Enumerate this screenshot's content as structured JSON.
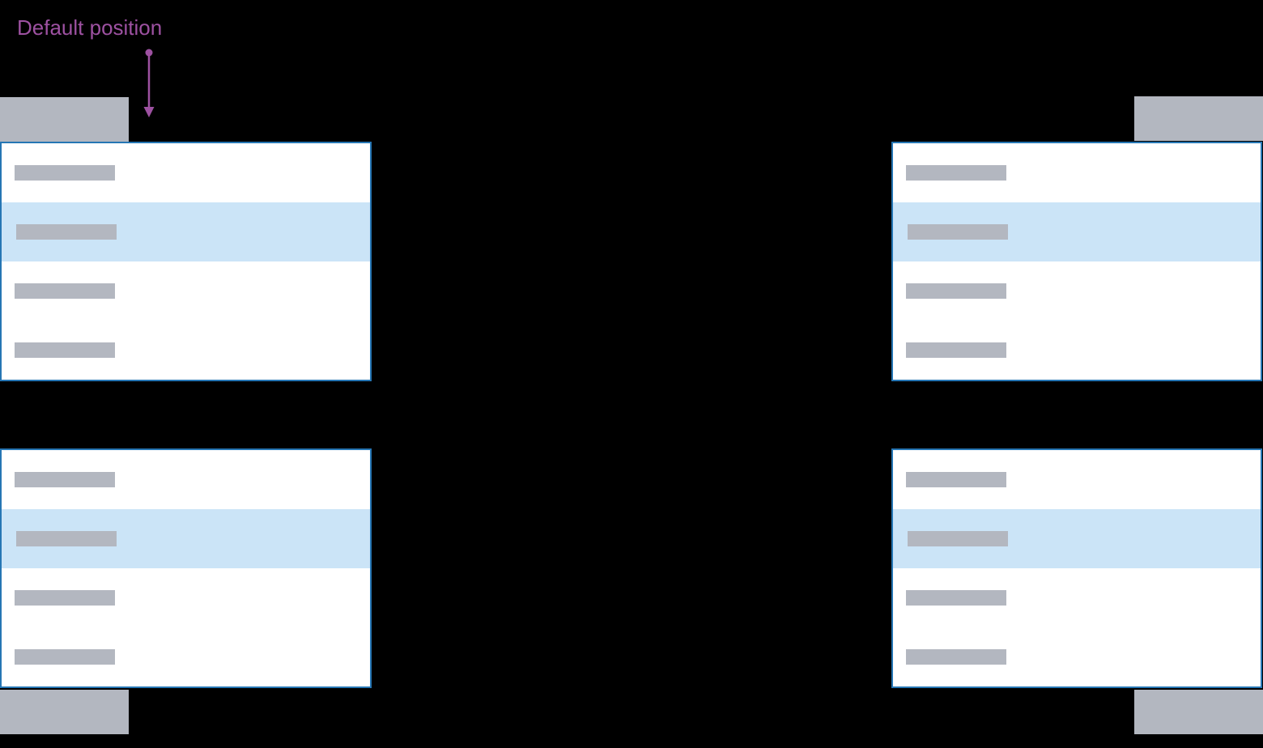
{
  "annotation": {
    "label": "Default position"
  },
  "colors": {
    "background": "#000000",
    "panel-bg": "#ffffff",
    "panel-border": "#2676b4",
    "hover-bg": "#cbe4f7",
    "placeholder-gray": "#b3b7c0",
    "annotation-purple": "#9d51a1"
  },
  "dropdowns": [
    {
      "position": "top-left",
      "menu_direction": "below-trigger",
      "items": [
        {
          "state": "default"
        },
        {
          "state": "hover"
        },
        {
          "state": "default"
        },
        {
          "state": "default"
        }
      ]
    },
    {
      "position": "top-right",
      "menu_direction": "below-trigger",
      "items": [
        {
          "state": "default"
        },
        {
          "state": "hover"
        },
        {
          "state": "default"
        },
        {
          "state": "default"
        }
      ]
    },
    {
      "position": "bottom-left",
      "menu_direction": "above-trigger",
      "items": [
        {
          "state": "default"
        },
        {
          "state": "hover"
        },
        {
          "state": "default"
        },
        {
          "state": "default"
        }
      ]
    },
    {
      "position": "bottom-right",
      "menu_direction": "above-trigger",
      "items": [
        {
          "state": "default"
        },
        {
          "state": "hover"
        },
        {
          "state": "default"
        },
        {
          "state": "default"
        }
      ]
    }
  ]
}
